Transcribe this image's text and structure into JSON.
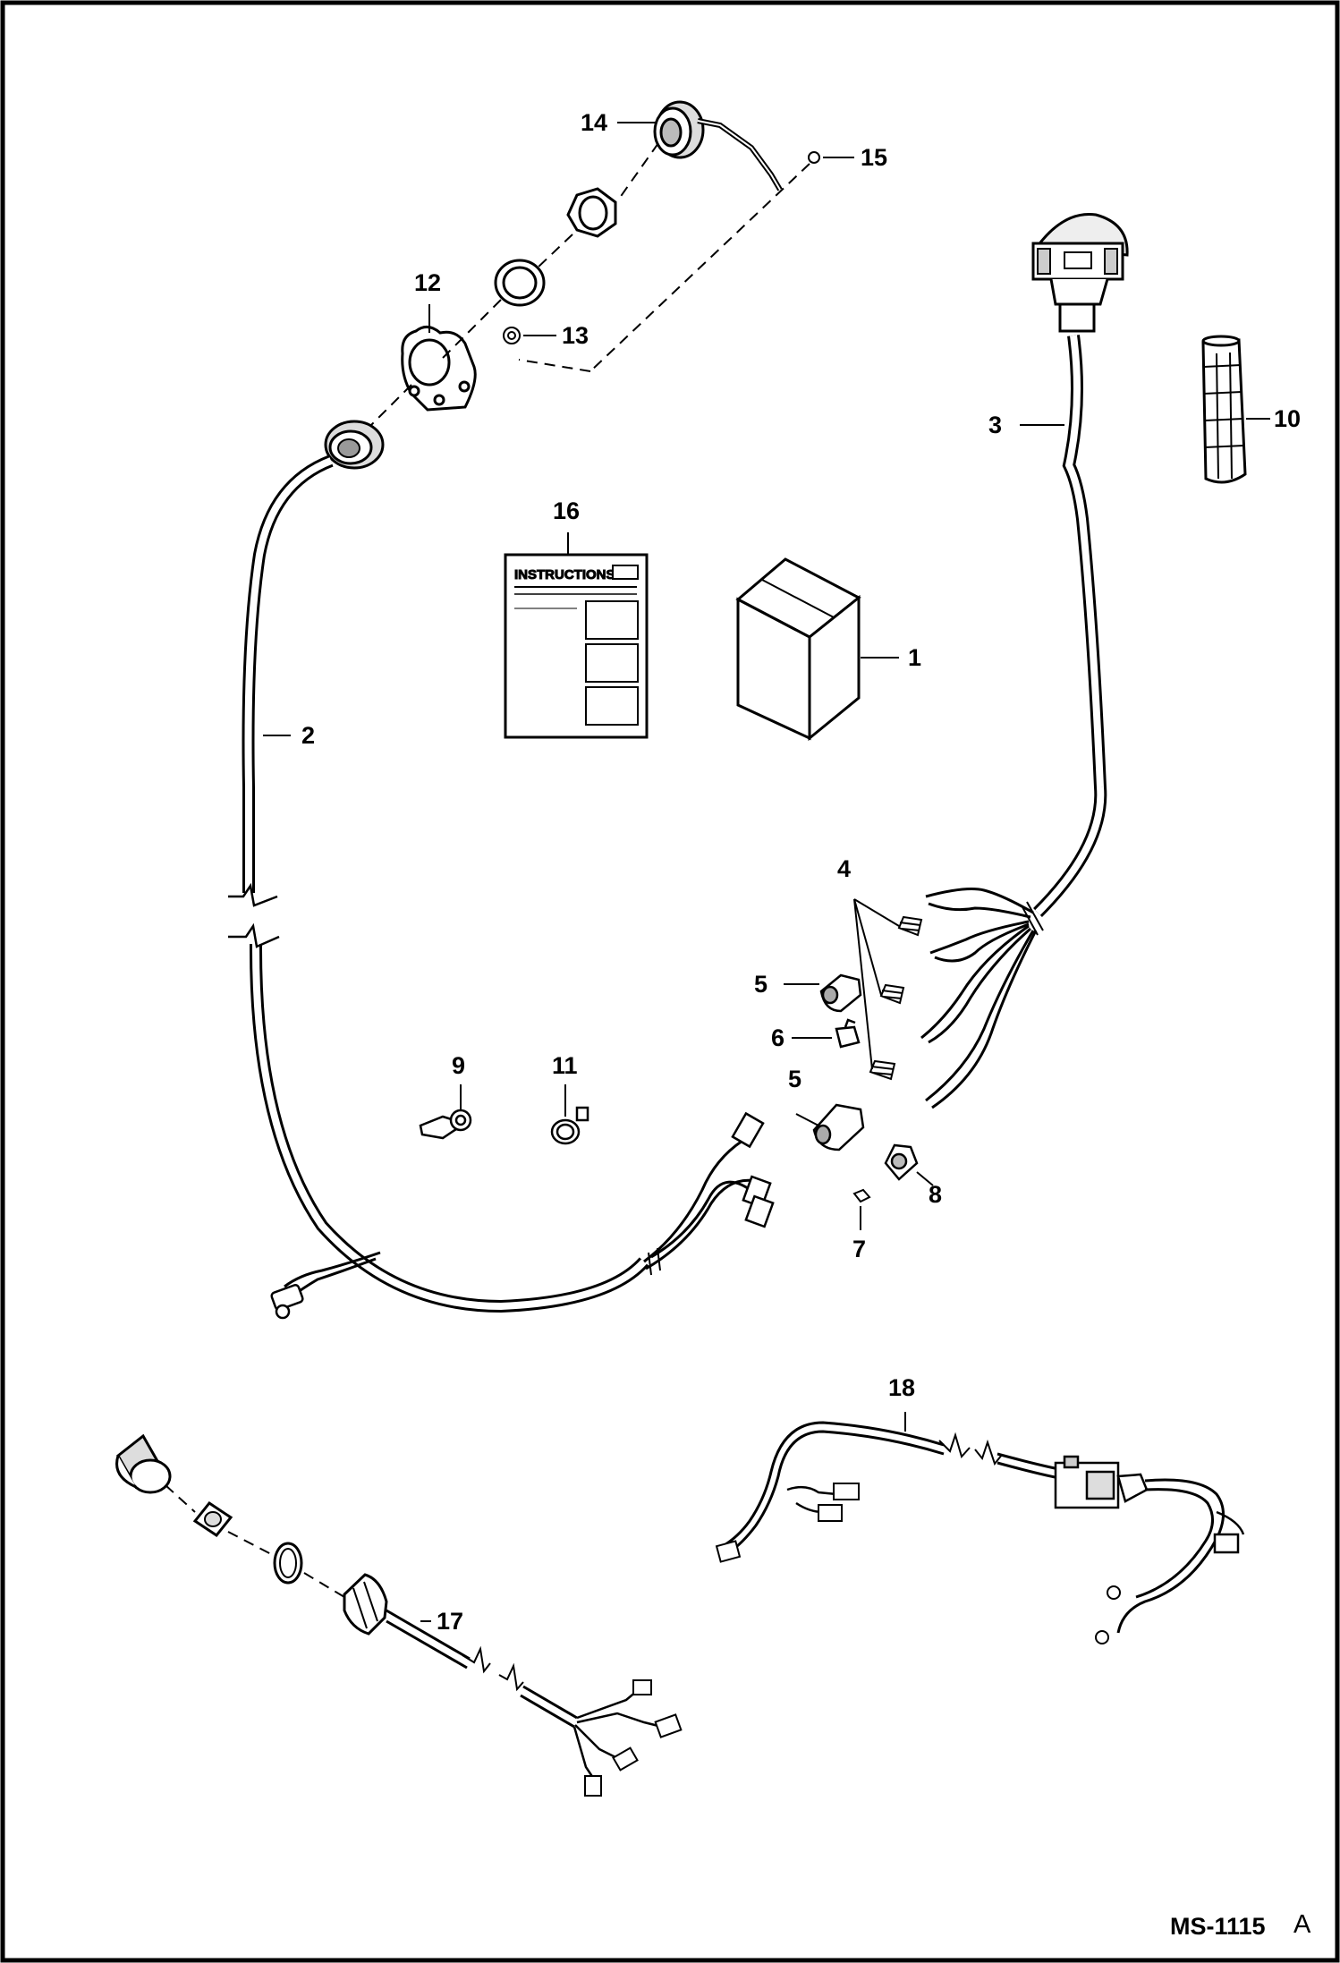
{
  "figure": {
    "id": "MS-1115",
    "revision": "A"
  },
  "instructions_doc": {
    "title": "INSTRUCTIONS"
  },
  "callouts": {
    "c1": "1",
    "c2": "2",
    "c3": "3",
    "c4": "4",
    "c5a": "5",
    "c5b": "5",
    "c6": "6",
    "c7": "7",
    "c8": "8",
    "c9": "9",
    "c10": "10",
    "c11": "11",
    "c12": "12",
    "c13": "13",
    "c14": "14",
    "c15": "15",
    "c16": "16",
    "c17": "17",
    "c18": "18"
  },
  "colors": {
    "line": "#000000",
    "part_fill": "#ffffff",
    "shade": "#c9c9c9",
    "background": "#ffffff"
  }
}
